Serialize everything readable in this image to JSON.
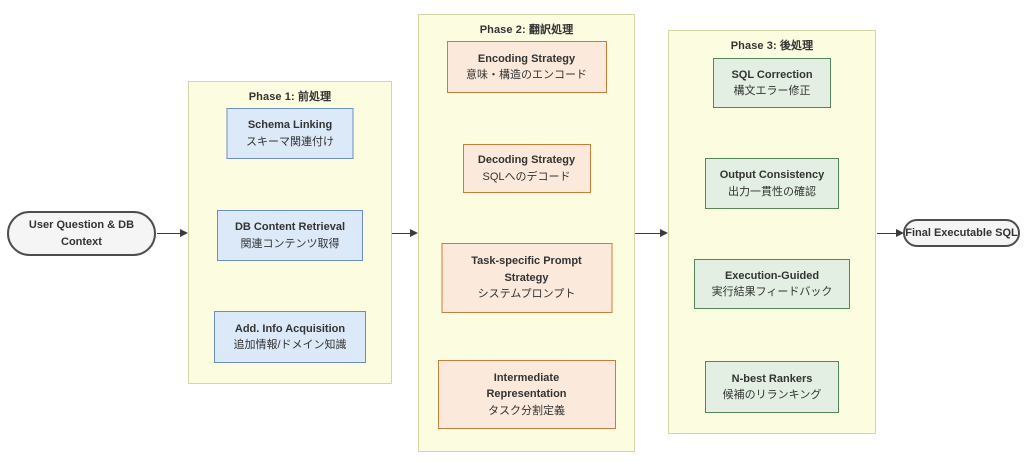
{
  "colors": {
    "phase_fill": "#FCFCE0",
    "phase_border": "#D5D5A6",
    "blue_fill": "#DCE9F8",
    "blue_border": "#6C8EBF",
    "orange_fill": "#FBEADC",
    "orange_border": "#C87D3D",
    "green_fill": "#E2EFE2",
    "green_border": "#57855B",
    "terminal_fill": "#F5F5F5",
    "terminal_border": "#4D4D4D",
    "arrow": "#3B3B3B",
    "text": "#333333"
  },
  "diagram": {
    "source": {
      "label": "User Question & DB\nContext"
    },
    "sink": {
      "label": "Final Executable SQL"
    },
    "phases": [
      {
        "title": "Phase 1: 前処理",
        "boxes": [
          {
            "en": "Schema Linking",
            "ja": "スキーマ関連付け"
          },
          {
            "en": "DB Content Retrieval",
            "ja": "関連コンテンツ取得"
          },
          {
            "en": "Add. Info Acquisition",
            "ja": "追加情報/ドメイン知識"
          }
        ]
      },
      {
        "title": "Phase 2: 翻訳処理",
        "boxes": [
          {
            "en": "Encoding Strategy",
            "ja": "意味・構造のエンコード"
          },
          {
            "en": "Decoding Strategy",
            "ja": "SQLへのデコード"
          },
          {
            "en": "Task-specific Prompt\nStrategy",
            "ja": "システムプロンプト"
          },
          {
            "en": "Intermediate\nRepresentation",
            "ja": "タスク分割定義"
          }
        ]
      },
      {
        "title": "Phase 3: 後処理",
        "boxes": [
          {
            "en": "SQL Correction",
            "ja": "構文エラー修正"
          },
          {
            "en": "Output Consistency",
            "ja": "出力一貫性の確認"
          },
          {
            "en": "Execution-Guided",
            "ja": "実行結果フィードバック"
          },
          {
            "en": "N-best Rankers",
            "ja": "候補のリランキング"
          }
        ]
      }
    ]
  }
}
